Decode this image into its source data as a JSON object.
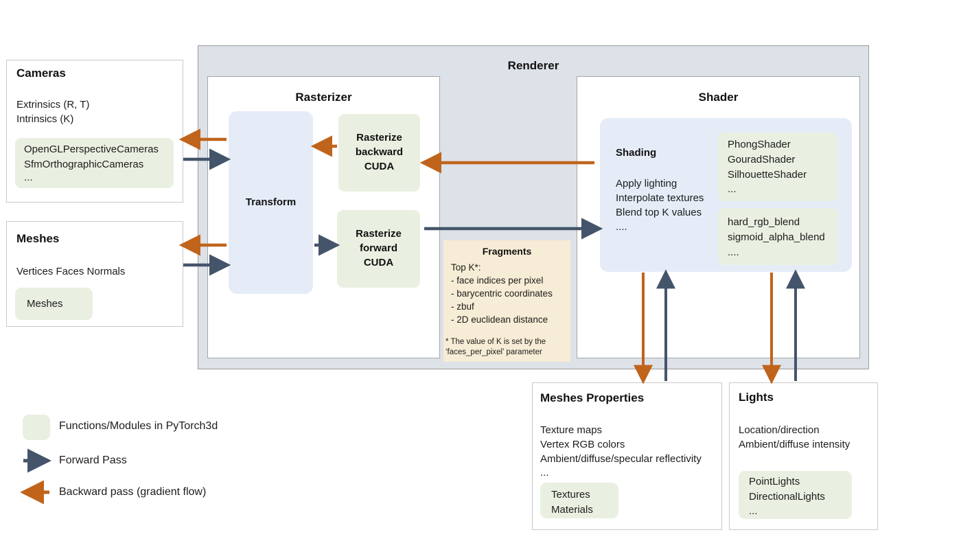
{
  "colors": {
    "forward_arrow": "#44546a",
    "backward_arrow": "#c0641c",
    "module_chip": "#e9f0e1",
    "renderer_panel": "#dde1e8",
    "blue_box": "#e5ecf8",
    "fragments_box": "#f7ecd5"
  },
  "cameras": {
    "title": "Cameras",
    "properties": "Extrinsics (R, T)\nIntrinsics (K)",
    "modules": "OpenGLPerspectiveCameras\nSfmOrthographicCameras",
    "ellipsis": "..."
  },
  "meshes": {
    "title": "Meshes",
    "properties": "Vertices   Faces   Normals",
    "modules": "Meshes"
  },
  "renderer": {
    "title": "Renderer",
    "rasterizer": {
      "title": "Rasterizer",
      "transform_label": "Transform",
      "rasterize_backward": "Rasterize\nbackward\nCUDA",
      "rasterize_forward": "Rasterize\nforward\nCUDA"
    },
    "fragments": {
      "title": "Fragments",
      "items": "Top K*:\n- face indices per pixel\n- barycentric coordinates\n- zbuf\n- 2D euclidean distance",
      "note": "* The value of K is set by the\n‘faces_per_pixel’ parameter"
    },
    "shader": {
      "title": "Shader",
      "shading_label": "Shading",
      "shading_text": "Apply lighting\nInterpolate textures\nBlend top K values",
      "shading_ellipsis": "....",
      "shader_modules": "PhongShader\nGouradShader\nSilhouetteShader",
      "shader_modules_ellipsis": "...",
      "blend_modules": "hard_rgb_blend\nsigmoid_alpha_blend",
      "blend_modules_ellipsis": "...."
    }
  },
  "meshes_properties": {
    "title": "Meshes Properties",
    "properties": "Texture maps\nVertex RGB colors\nAmbient/diffuse/specular reflectivity",
    "ellipsis": "...",
    "modules": "Textures\nMaterials"
  },
  "lights": {
    "title": "Lights",
    "properties": "Location/direction\nAmbient/diffuse intensity",
    "modules": "PointLights\nDirectionalLights",
    "modules_ellipsis": "..."
  },
  "legend": {
    "modules": "Functions/Modules in PyTorch3d",
    "forward": "Forward Pass",
    "backward": "Backward pass (gradient flow)"
  }
}
